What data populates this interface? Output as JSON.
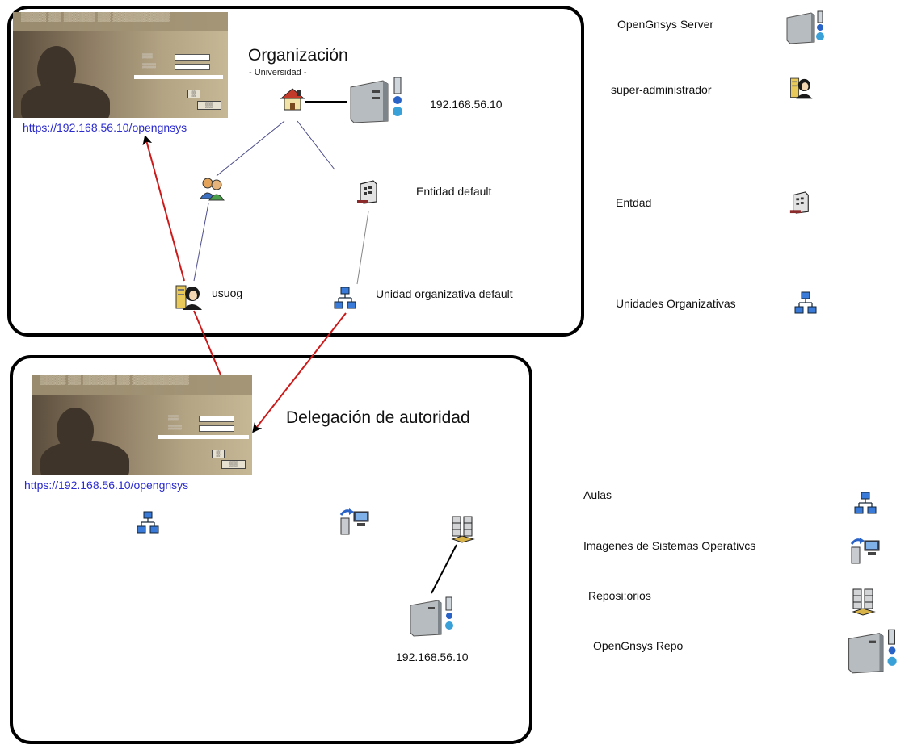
{
  "top_box": {
    "title": "Organización",
    "subtitle": "- Universidad -",
    "url": "https://192.168.56.10/opengnsys",
    "server_ip": "192.168.56.10",
    "entity_label": "Entidad default",
    "user_label": "usuog",
    "ou_label": "Unidad organizativa default"
  },
  "bottom_box": {
    "title": "Delegación de autoridad",
    "url": "https://192.168.56.10/opengnsys",
    "repo_ip": "192.168.56.10"
  },
  "legend_top": {
    "server": "OpenGnsys Server",
    "admin": "super-administrador",
    "entity": "Entdad",
    "ou": "Unidades Organizativas"
  },
  "legend_bottom": {
    "aulas": "Aulas",
    "images": "Imagenes de Sistemas Operativcs",
    "repos": "Reposi:orios",
    "repo": "OpenGnsys Repo"
  },
  "colors": {
    "arrow": "#cc1a1a",
    "connector": "#4a4a8a",
    "url": "#2b2bd0",
    "frame": "#000000"
  }
}
